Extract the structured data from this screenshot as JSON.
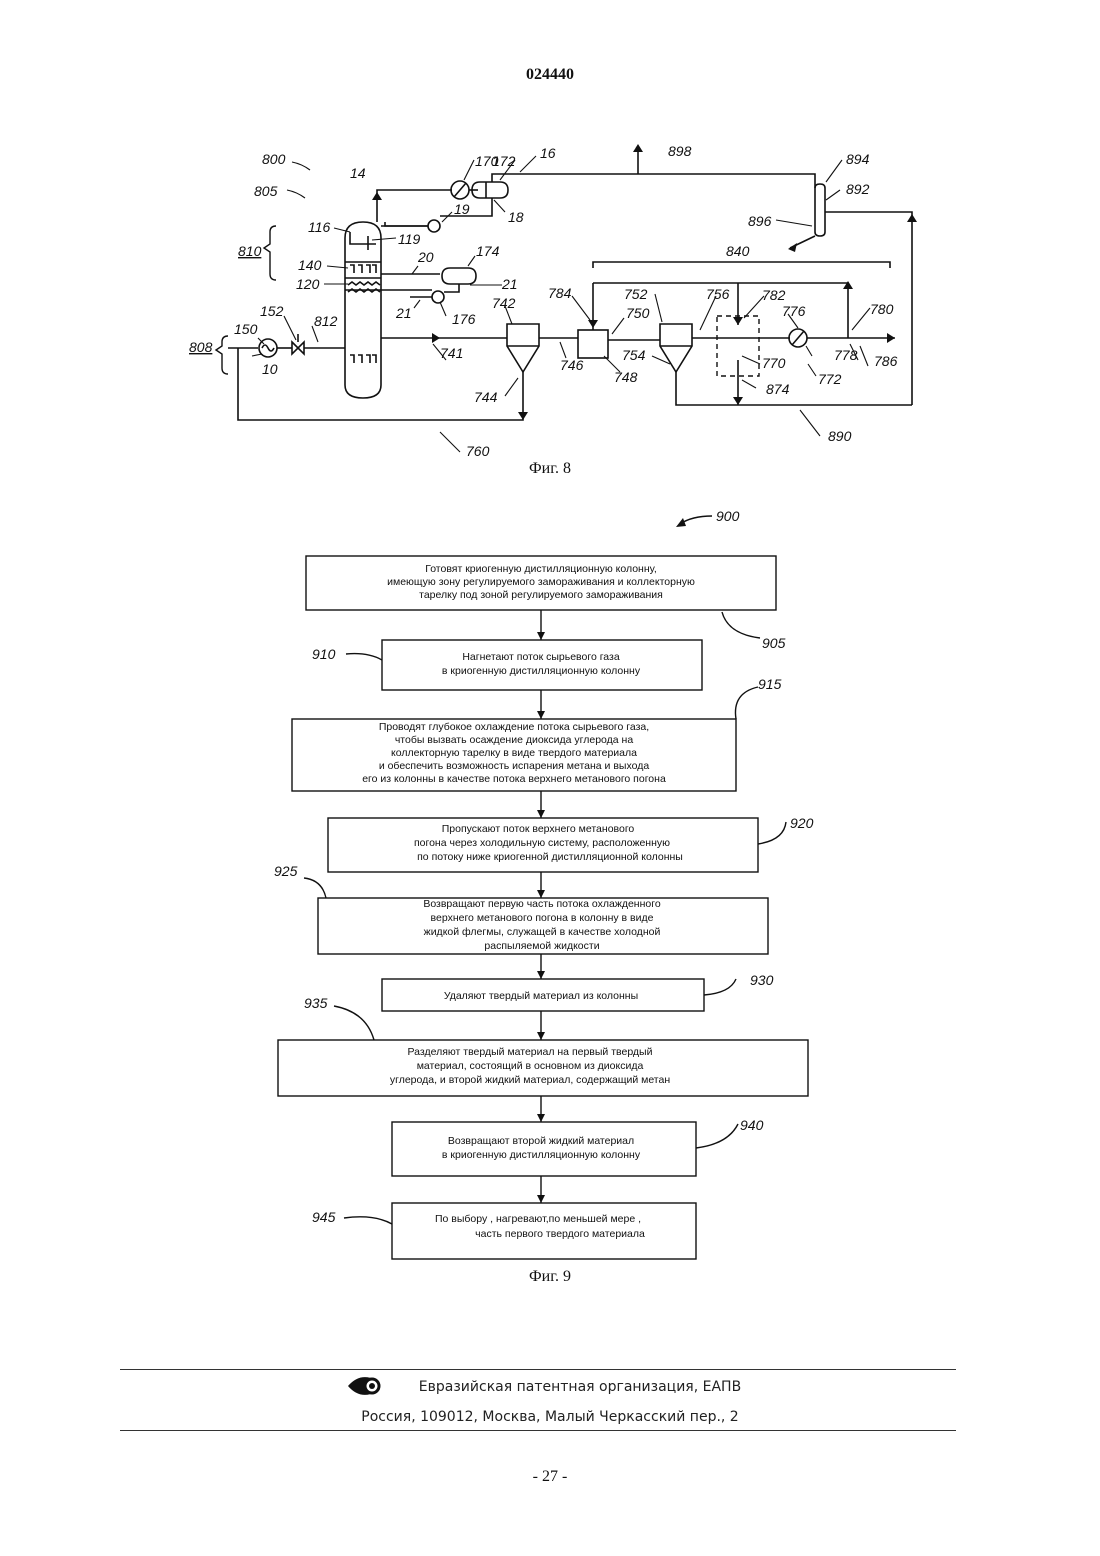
{
  "header": {
    "doc_number": "024440"
  },
  "fig8": {
    "caption": "Фиг. 8",
    "labels": {
      "l800": "800",
      "l805": "805",
      "l810": "810",
      "l808": "808",
      "l14": "14",
      "l16": "16",
      "l18": "18",
      "l19": "19",
      "l20": "20",
      "l21a": "21",
      "l21b": "21",
      "l116": "116",
      "l119": "119",
      "l140": "140",
      "l120": "120",
      "l150": "150",
      "l152": "152",
      "l10": "10",
      "l812": "812",
      "l170": "170",
      "l172": "172",
      "l174": "174",
      "l176": "176",
      "l898": "898",
      "l894": "894",
      "l892": "892",
      "l896": "896",
      "l840": "840",
      "l741": "741",
      "l742": "742",
      "l744": "744",
      "l746": "746",
      "l748": "748",
      "l750": "750",
      "l752": "752",
      "l754": "754",
      "l756": "756",
      "l760": "760",
      "l770": "770",
      "l772": "772",
      "l776": "776",
      "l778": "778",
      "l780": "780",
      "l782": "782",
      "l784": "784",
      "l786": "786",
      "l874": "874",
      "l890": "890"
    }
  },
  "fig9": {
    "caption": "Фиг. 9",
    "ref900": "900",
    "steps": [
      {
        "ref": "905",
        "lines": [
          "Готовят криогенную дистилляционную колонну,",
          "имеющую зону регулируемого замораживания и коллекторную",
          "тарелку  под зоной  регулируемого замораживания"
        ]
      },
      {
        "ref": "910",
        "lines": [
          "Нагнетают поток сырьевого газа",
          "в криогенную дистилляционную колонну"
        ]
      },
      {
        "ref": "915",
        "lines": [
          "Проводят глубокое охлаждение потока сырьевого газа,",
          "чтобы вызвать осаждение диоксида углерода на",
          "коллекторную тарелку в виде твердого материала",
          "и обеспечить возможность испарения метана и выхода",
          "его из колонны в качестве потока верхнего метанового погона"
        ]
      },
      {
        "ref": "920",
        "lines": [
          "Пропускают поток верхнего метанового",
          "погона через холодильную систему, расположенную",
          "по потоку ниже криогенной дистилляционной колонны"
        ]
      },
      {
        "ref": "925",
        "lines": [
          "Возвращают первую часть потока охлажденного",
          "верхнего метанового погона в колонну в виде",
          "жидкой флегмы, служащей в качестве холодной",
          "распыляемой жидкости"
        ]
      },
      {
        "ref": "930",
        "lines": [
          "Удаляют твердый материал из колонны"
        ]
      },
      {
        "ref": "935",
        "lines": [
          "Разделяют твердый материал на первый твердый",
          "материал, состоящий в основном из диоксида",
          "углерода, и второй жидкий материал,  содержащий метан"
        ]
      },
      {
        "ref": "940",
        "lines": [
          "Возвращают второй жидкий материал",
          "в криогенную дистилляционную колонну"
        ]
      },
      {
        "ref": "945",
        "lines": [
          "По выбору , нагревают,по меньшей мере ,",
          "часть первого твердого материала"
        ]
      }
    ]
  },
  "footer": {
    "org": "Евразийская патентная организация, ЕАПВ",
    "address": "Россия, 109012, Москва, Малый Черкасский пер., 2",
    "page_number": "- 27 -"
  }
}
